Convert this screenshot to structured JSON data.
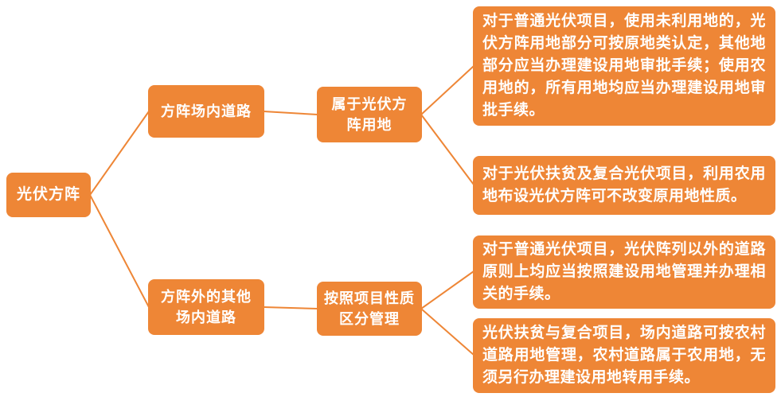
{
  "diagram": {
    "accent_color": "#EE8636",
    "root": {
      "label": "光伏方阵"
    },
    "level1": [
      {
        "label": "方阵场内道路"
      },
      {
        "label": "方阵外的其他\n场内道路"
      }
    ],
    "level2": [
      {
        "label": "属于光伏方\n阵用地"
      },
      {
        "label": "按照项目性质\n区分管理"
      }
    ],
    "leaves": [
      {
        "text": "对于普通光伏项目，使用未利用地的，光伏方阵用地部分可按原地类认定，其他地部分应当办理建设用地审批手续；使用农用地的，所有用地均应当办理建设用地审批手续。"
      },
      {
        "text": "对于光伏扶贫及复合光伏项目，利用农用地布设光伏方阵可不改变原用地性质。"
      },
      {
        "text": "对于普通光伏项目，光伏阵列以外的道路原则上均应当按照建设用地管理并办理相关的手续。"
      },
      {
        "text": "光伏扶贫与复合项目，场内道路可按农村道路用地管理，农村道路属于农用地，无须另行办理建设用地转用手续。"
      }
    ]
  }
}
